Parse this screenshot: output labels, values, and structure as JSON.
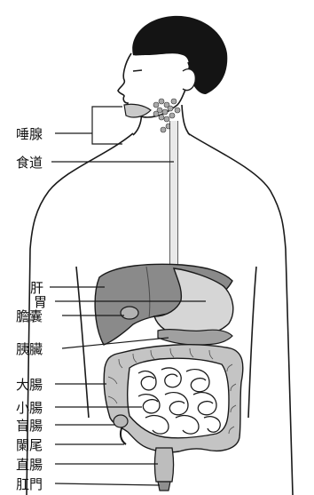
{
  "labels": {
    "salivary_gland": "唾腺",
    "esophagus": "食道",
    "liver": "肝",
    "stomach": "胃",
    "gallbladder": "膽囊",
    "pancreas": "胰臟",
    "large_intestine": "大腸",
    "small_intestine": "小腸",
    "cecum": "盲腸",
    "appendix": "闌尾",
    "rectum": "直腸",
    "anus": "肛門"
  },
  "colors": {
    "outline": "#1a1a1a",
    "organ_dark": "#8a8a8a",
    "organ_mid": "#b3b3b3",
    "organ_light": "#d6d6d6",
    "hair": "#141414"
  }
}
